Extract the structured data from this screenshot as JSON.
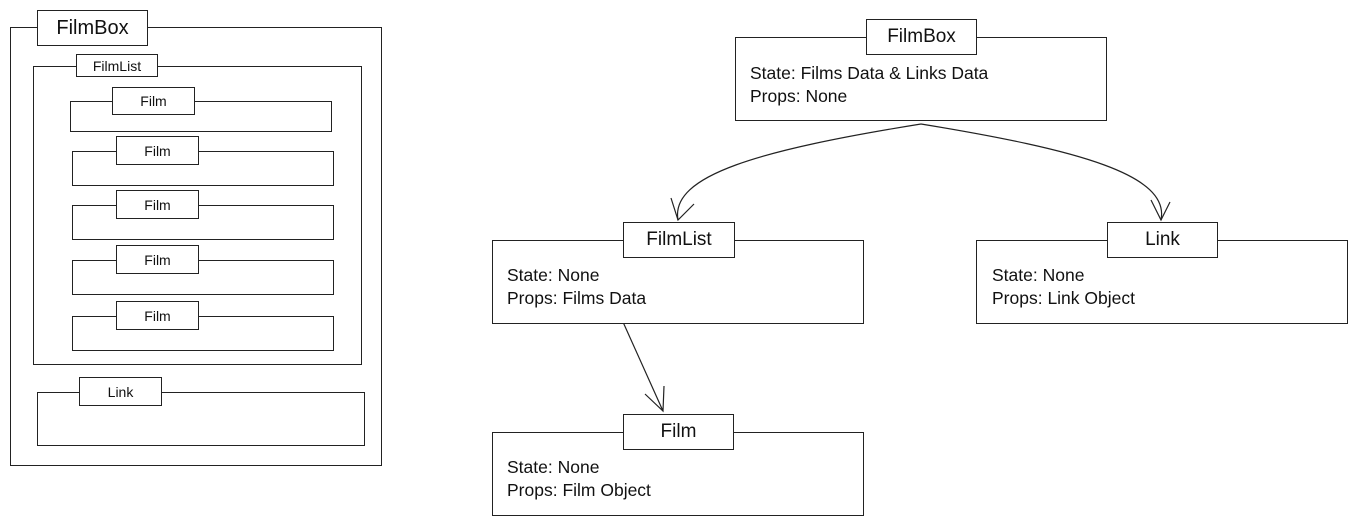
{
  "mockup": {
    "root_label": "FilmBox",
    "list_label": "FilmList",
    "film_labels": [
      "Film",
      "Film",
      "Film",
      "Film",
      "Film"
    ],
    "link_label": "Link"
  },
  "tree": {
    "filmbox": {
      "label": "FilmBox",
      "state": "State: Films Data & Links Data",
      "props": "Props: None"
    },
    "filmlist": {
      "label": "FilmList",
      "state": "State: None",
      "props": "Props: Films Data"
    },
    "link": {
      "label": "Link",
      "state": "State: None",
      "props": "Props: Link Object"
    },
    "film": {
      "label": "Film",
      "state": "State: None",
      "props": "Props: Film Object"
    }
  }
}
